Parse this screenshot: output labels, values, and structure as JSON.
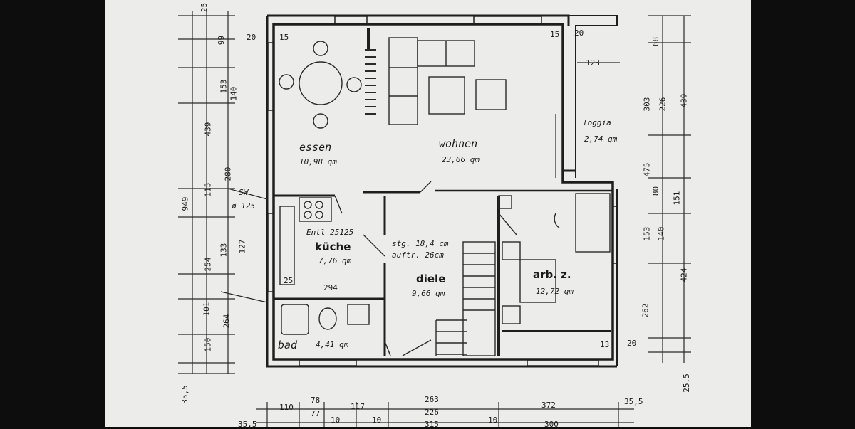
{
  "rooms": {
    "essen": {
      "name": "essen",
      "area": "10,98 qm"
    },
    "wohnen": {
      "name": "wohnen",
      "area": "23,66 qm"
    },
    "loggia": {
      "name": "loggia",
      "area": "2,74 qm"
    },
    "kueche": {
      "name": "küche",
      "area": "7,76 qm"
    },
    "diele": {
      "name": "diele",
      "area": "9,66 qm"
    },
    "arbz": {
      "name": "arb. z.",
      "area": "12,72 qm"
    },
    "bad": {
      "name": "bad",
      "area": "4,41 qm"
    }
  },
  "notes": {
    "entl": "Entl 25125",
    "stairs_line1": "stg. 18,4 cm",
    "stairs_line2": "auftr. 26cm",
    "sw": "SW",
    "sw_size": "ø 125"
  },
  "dims": {
    "top_left": "20",
    "top_right": "20",
    "corner_15a": "15",
    "corner_15b": "15",
    "loggia_123": "123",
    "kitchen_294": "294",
    "num_25": "25",
    "bottom_right_20": "20",
    "bottom_13": "13",
    "bottom_row1": [
      "110",
      "78",
      "117",
      "263",
      "372",
      "35,5"
    ],
    "bottom_row2": [
      "77",
      "10",
      "10",
      "226",
      "10"
    ],
    "bottom_row3": [
      "35,5",
      "315",
      "300"
    ],
    "bottom_left_355": "35,5",
    "right_355": "25,5",
    "left_outer": [
      "949",
      "439",
      "254",
      "264",
      "150",
      "25"
    ],
    "left_inner": [
      "99",
      "153",
      "140",
      "280",
      "115",
      "133",
      "127",
      "101"
    ],
    "right_outer": [
      "439",
      "424"
    ],
    "right_inner": [
      "68",
      "303",
      "226",
      "475",
      "80",
      "151",
      "153",
      "140",
      "262"
    ]
  }
}
